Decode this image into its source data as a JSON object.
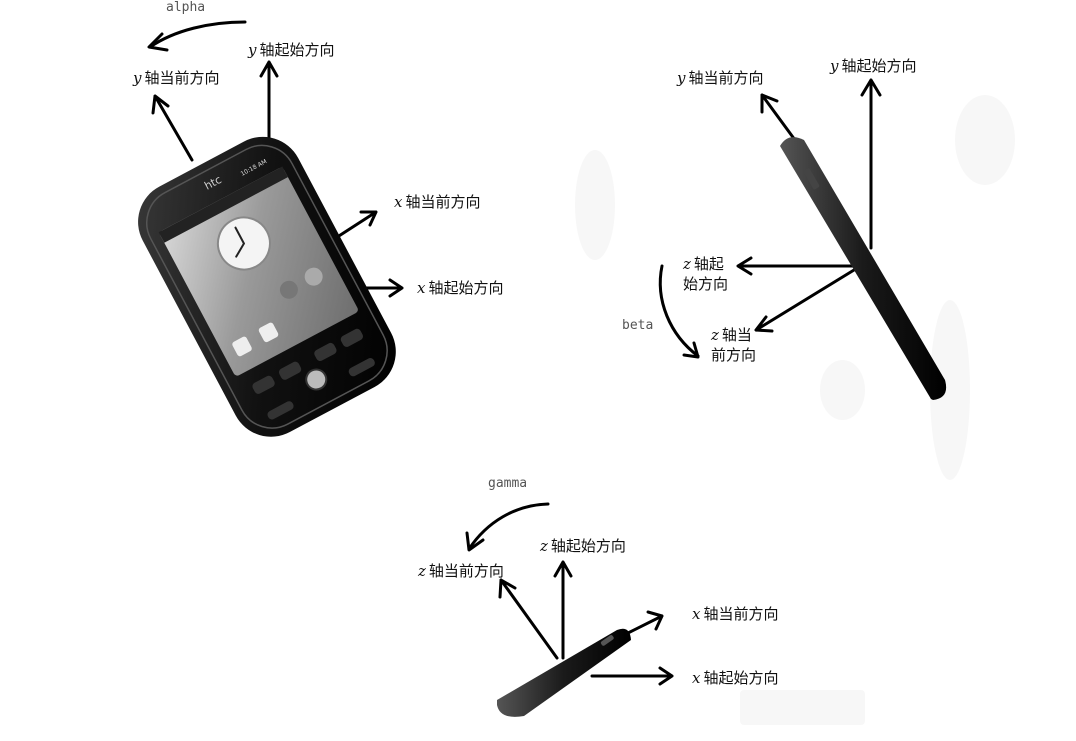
{
  "panels": {
    "alpha": {
      "rotation": "alpha",
      "brand": "htc",
      "status_time": "10:18 AM",
      "labels": {
        "y_current": {
          "var": "y",
          "text": "轴当前方向"
        },
        "y_start": {
          "var": "y",
          "text": "轴起始方向"
        },
        "x_current": {
          "var": "x",
          "text": "轴当前方向"
        },
        "x_start": {
          "var": "x",
          "text": "轴起始方向"
        }
      }
    },
    "beta": {
      "rotation": "beta",
      "labels": {
        "y_current": {
          "var": "y",
          "text": "轴当前方向"
        },
        "y_start": {
          "var": "y",
          "text": "轴起始方向"
        },
        "z_start": {
          "var": "z",
          "line1": "轴起",
          "line2": "始方向"
        },
        "z_current": {
          "var": "z",
          "line1": "轴当",
          "line2": "前方向"
        }
      }
    },
    "gamma": {
      "rotation": "gamma",
      "labels": {
        "z_current": {
          "var": "z",
          "text": "轴当前方向"
        },
        "z_start": {
          "var": "z",
          "text": "轴起始方向"
        },
        "x_current": {
          "var": "x",
          "text": "轴当前方向"
        },
        "x_start": {
          "var": "x",
          "text": "轴起始方向"
        }
      }
    }
  }
}
